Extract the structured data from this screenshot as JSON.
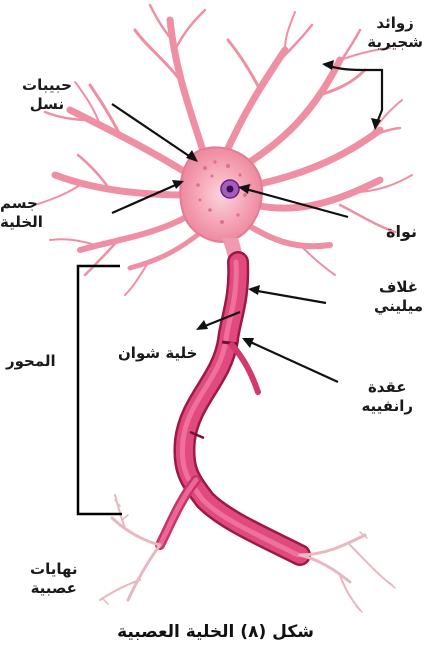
{
  "labels": {
    "dendrites": [
      "زوائد",
      "شجيرية"
    ],
    "nissl": [
      "حبيبات",
      "نسل"
    ],
    "cell_body": [
      "جسم",
      "الخلية"
    ],
    "nucleus": "نواة",
    "myelin": [
      "غلاف",
      "ميليني"
    ],
    "schwann": "خلية شوان",
    "axon": "المحور",
    "ranvier": [
      "عقدة",
      "رانفييه"
    ],
    "terminals": [
      "نهايات",
      "عصبية"
    ]
  },
  "caption": "شكل (٨) الخلية العصبية",
  "colors": {
    "dendrite": "#ef8fa3",
    "soma": "#f6a9b8",
    "axon": "#d9356b",
    "axon_dark": "#a81c4c",
    "nucleus": "#7a2a9a",
    "terminal": "#e8b8c0"
  }
}
